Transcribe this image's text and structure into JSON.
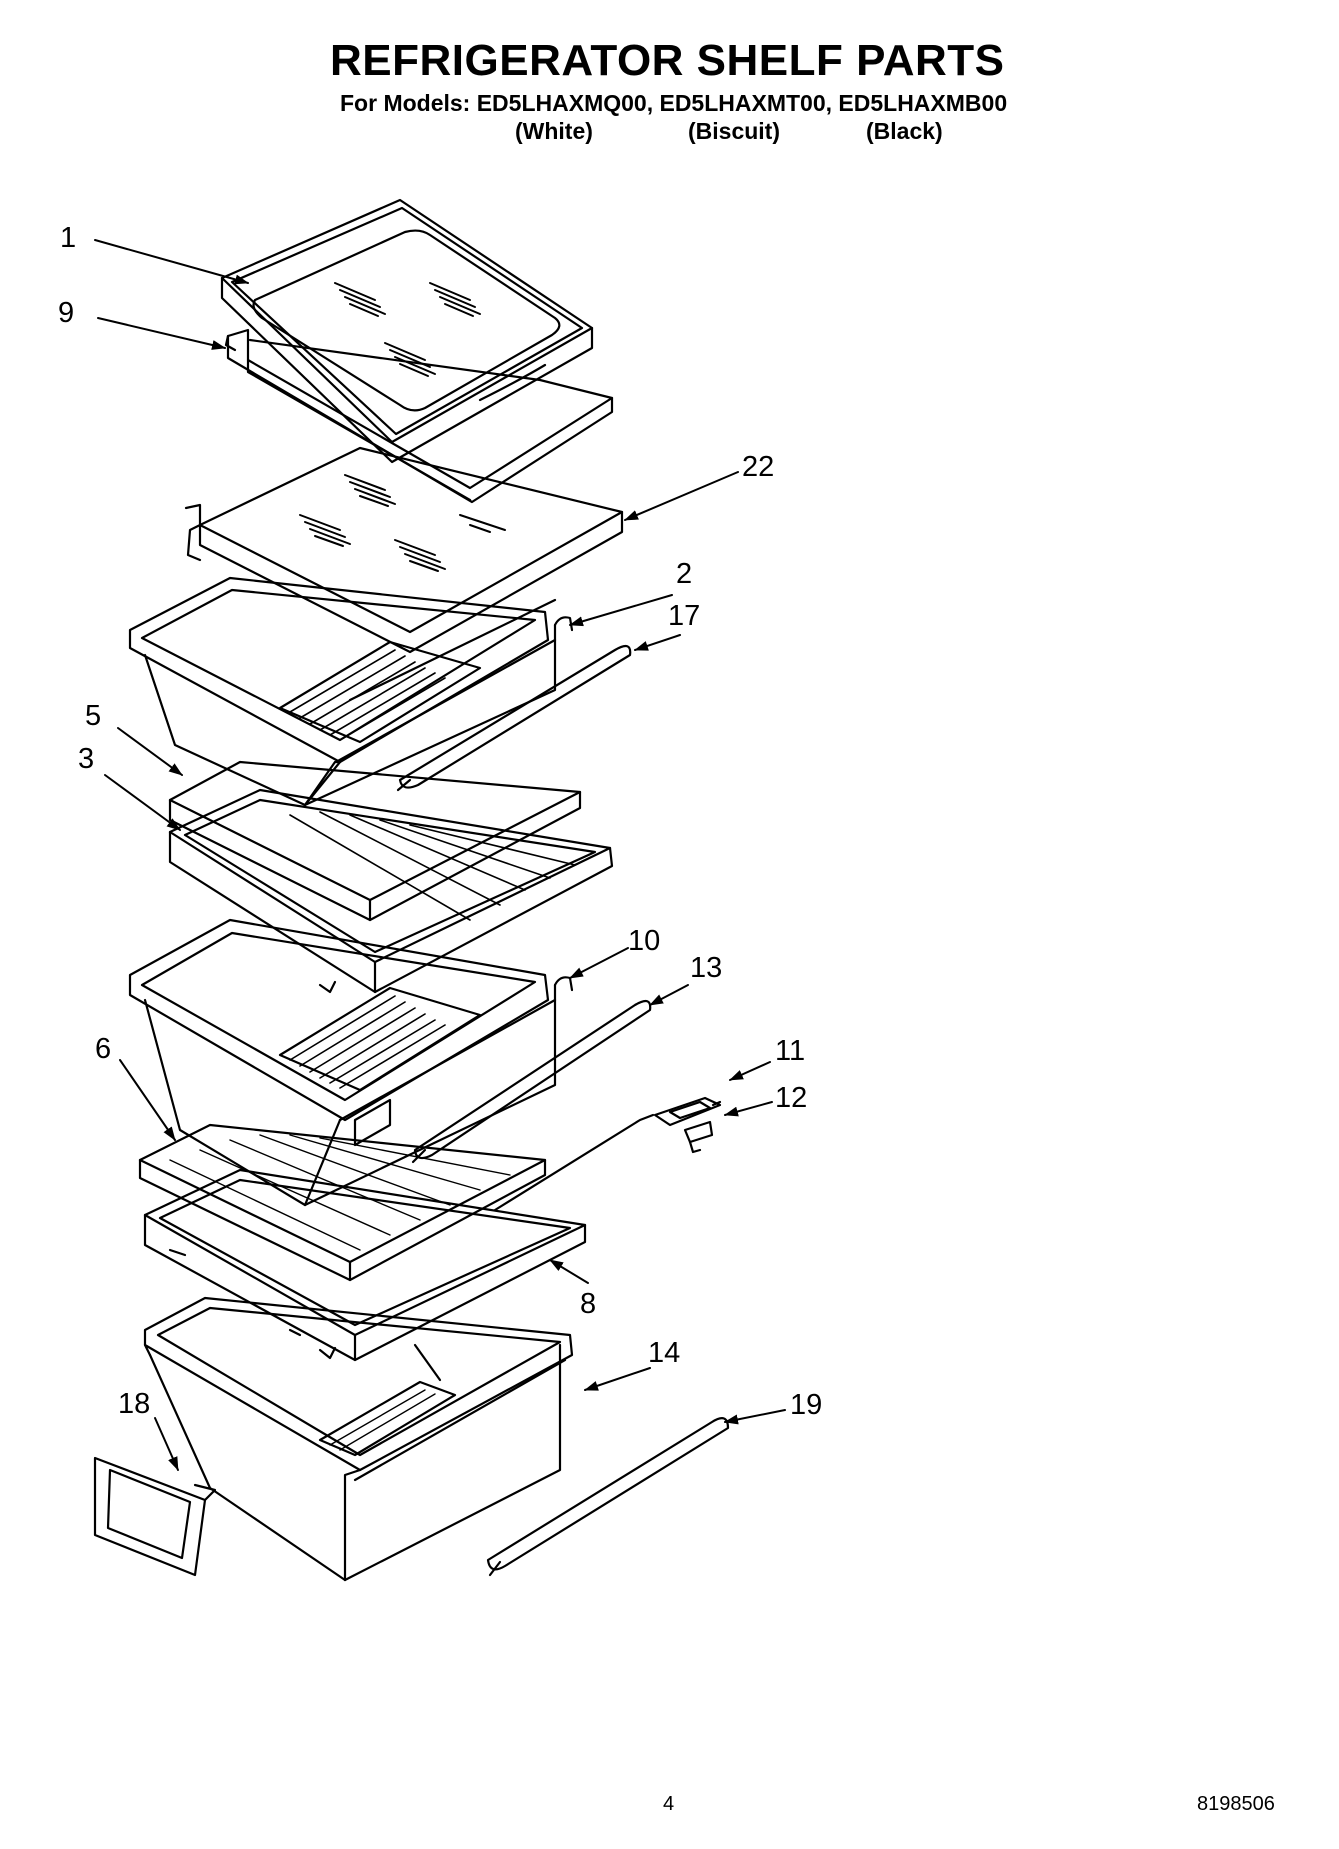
{
  "header": {
    "title": "REFRIGERATOR SHELF PARTS",
    "models_line": "For Models: ED5LHAXMQ00, ED5LHAXMT00, ED5LHAXMB00",
    "variants": [
      "(White)",
      "(Biscuit)",
      "(Black)"
    ]
  },
  "callouts": [
    "1",
    "9",
    "22",
    "2",
    "17",
    "5",
    "3",
    "10",
    "13",
    "6",
    "11",
    "12",
    "8",
    "14",
    "18",
    "19"
  ],
  "footer": {
    "page_number": "4",
    "document_number": "8198506"
  }
}
